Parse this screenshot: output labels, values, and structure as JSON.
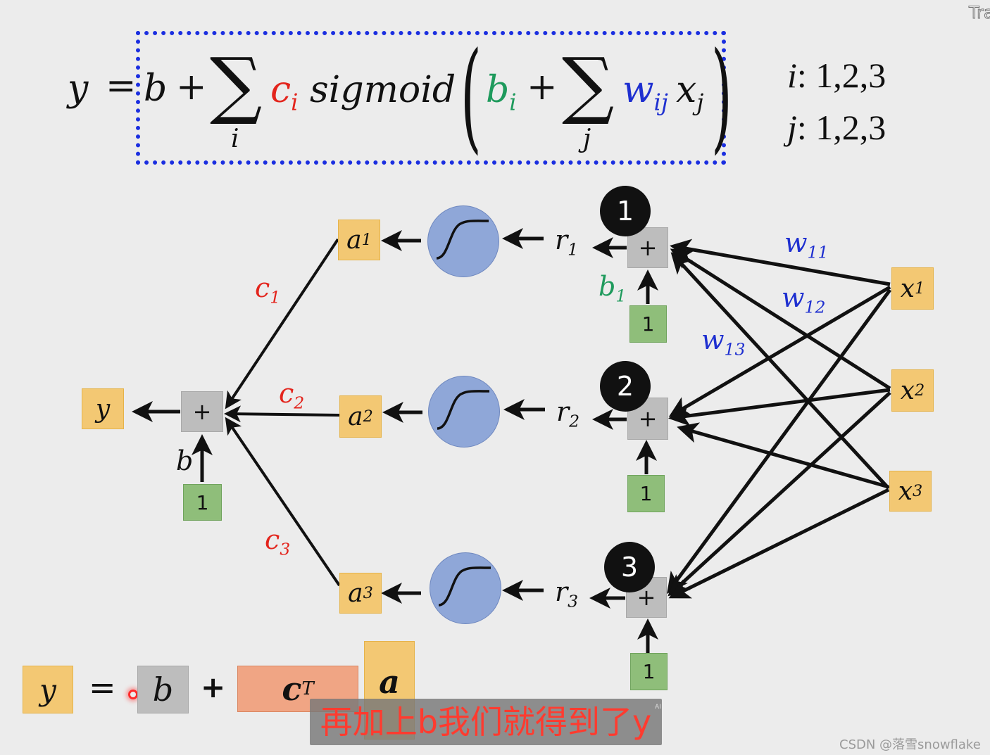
{
  "formula": {
    "y": "y",
    "eq": "=",
    "b": "b",
    "plus": "+",
    "sum": "∑",
    "sum_i_sub": "i",
    "c": "c",
    "c_sub": "i",
    "sigmoid": "sigmoid",
    "b_i": "b",
    "b_i_sub": "i",
    "plus2": "+",
    "sum2": "∑",
    "sum_j_sub": "j",
    "w": "w",
    "w_sub": "ij",
    "x": "x",
    "x_sub": "j",
    "lparen": "(",
    "rparen": ")"
  },
  "index_ranges": [
    {
      "var": "i",
      "values": ": 1,2,3"
    },
    {
      "var": "j",
      "values": ": 1,2,3"
    }
  ],
  "network": {
    "output": {
      "label": "y"
    },
    "output_sum": {
      "symbol": "+",
      "bias_label": "b",
      "bias_input": "1"
    },
    "hidden": [
      {
        "badge": "1",
        "sum": "+",
        "bias_label": "b",
        "bias_sub": "1",
        "bias_input": "1",
        "r": "r",
        "r_sub": "1",
        "a": "a",
        "a_sub": "1",
        "c": "c",
        "c_sub": "1"
      },
      {
        "badge": "2",
        "sum": "+",
        "bias_input": "1",
        "r": "r",
        "r_sub": "2",
        "a": "a",
        "a_sub": "2",
        "c": "c",
        "c_sub": "2"
      },
      {
        "badge": "3",
        "sum": "+",
        "bias_input": "1",
        "r": "r",
        "r_sub": "3",
        "a": "a",
        "a_sub": "3",
        "c": "c",
        "c_sub": "3"
      }
    ],
    "inputs": [
      {
        "label": "x",
        "sub": "1"
      },
      {
        "label": "x",
        "sub": "2"
      },
      {
        "label": "x",
        "sub": "3"
      }
    ],
    "weights": [
      {
        "label": "w",
        "sub": "11"
      },
      {
        "label": "w",
        "sub": "12"
      },
      {
        "label": "w",
        "sub": "13"
      }
    ]
  },
  "vector_equation": {
    "y": "y",
    "eq": "=",
    "b": "b",
    "plus": "+",
    "c": "c",
    "c_sup": "T",
    "a": "a"
  },
  "subtitle": "再加上b我们就得到了y",
  "subtitle_badge": "AI",
  "watermark": "CSDN @落雪snowflake",
  "corner_text": "Tra",
  "colors": {
    "box_border": "#1a2ee0",
    "c_red": "#e3241c",
    "b_green": "#1e9a5c",
    "w_blue": "#1e2fd0",
    "node_yellow": "#f3c873",
    "node_gray": "#bdbdbd",
    "node_green": "#8fbe7a",
    "sigmoid_blue": "#8fa7d8",
    "subtitle_red": "#ff3b2f"
  }
}
